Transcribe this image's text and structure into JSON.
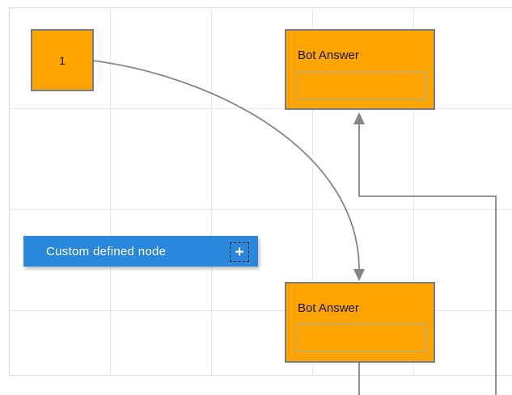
{
  "canvas": {
    "background": "#ffffff",
    "grid_line_color": "#e8e8e8",
    "border_color": "#dcdcdc"
  },
  "nodes": {
    "start": {
      "label": "1",
      "fill": "#FFA502",
      "border_color": "#7d7d7d"
    },
    "bot_answer_top": {
      "title": "Bot Answer",
      "input_value": "",
      "fill": "#FFA502",
      "border_color": "#7d7d7d"
    },
    "bot_answer_bottom": {
      "title": "Bot Answer",
      "input_value": "",
      "fill": "#FFA502",
      "border_color": "#7d7d7d"
    },
    "custom_defined": {
      "label": "Custom defined node",
      "fill": "#2B87DB",
      "text_color": "#ffffff",
      "add_icon_glyph": "+"
    }
  },
  "connectors": {
    "color": "#858585",
    "curve": {
      "from": "start",
      "to": "bot_answer_bottom",
      "arrow": "down"
    },
    "orthogonal": {
      "from": "bot_answer_bottom",
      "to": "bot_answer_top",
      "arrow": "up"
    }
  }
}
